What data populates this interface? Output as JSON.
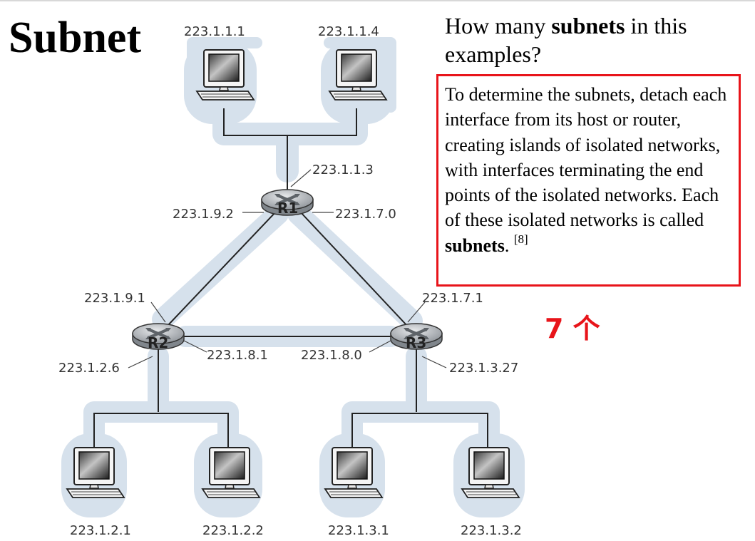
{
  "title": "Subnet",
  "question": {
    "pre": "How many ",
    "bold": "subnets",
    "post": " in this examples?"
  },
  "definition": {
    "text": "To determine the subnets, detach each interface from its host or router, creating islands of isolated networks, with interfaces terminating the end points of the isolated networks. Each of these isolated networks is called ",
    "bold": "subnets",
    "tail": ". ",
    "citation": "[8]"
  },
  "answer": "7 个",
  "diagram": {
    "routers": {
      "r1": "R1",
      "r2": "R2",
      "r3": "R3"
    },
    "labels": {
      "h111": "223.1.1.1",
      "h114": "223.1.1.4",
      "r1_top": "223.1.1.3",
      "r1_left": "223.1.9.2",
      "r1_right": "223.1.7.0",
      "r2_top": "223.1.9.1",
      "r3_top": "223.1.7.1",
      "r2_right": "223.1.8.1",
      "r3_left": "223.1.8.0",
      "r2_bottom": "223.1.2.6",
      "r3_bottom": "223.1.3.27",
      "h121": "223.1.2.1",
      "h122": "223.1.2.2",
      "h131": "223.1.3.1",
      "h132": "223.1.3.2"
    }
  },
  "colors": {
    "accent_red": "#e8141a",
    "island_fill": "#d6e1ec",
    "router_fill": "#a9aeb4"
  }
}
